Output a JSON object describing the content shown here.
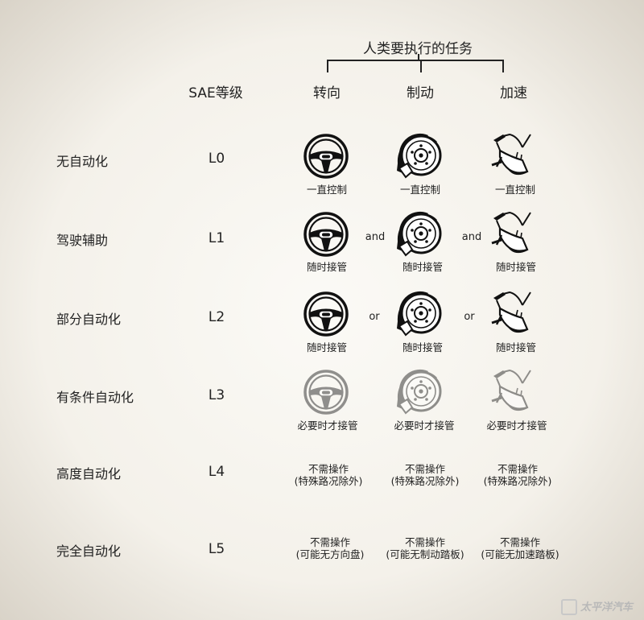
{
  "header": {
    "task_title": "人类要执行的任务",
    "sae_label": "SAE等级",
    "columns": [
      "转向",
      "制动",
      "加速"
    ]
  },
  "icons": [
    "steering-wheel-icon",
    "brake-disc-icon",
    "foot-pedal-icon"
  ],
  "rows": [
    {
      "name": "无自动化",
      "level": "L0",
      "captions": [
        "一直控制",
        "一直控制",
        "一直控制"
      ],
      "connector": ""
    },
    {
      "name": "驾驶辅助",
      "level": "L1",
      "captions": [
        "随时接管",
        "随时接管",
        "随时接管"
      ],
      "connector": "and"
    },
    {
      "name": "部分自动化",
      "level": "L2",
      "captions": [
        "随时接管",
        "随时接管",
        "随时接管"
      ],
      "connector": "or"
    },
    {
      "name": "有条件自动化",
      "level": "L3",
      "captions": [
        "必要时才接管",
        "必要时才接管",
        "必要时才接管"
      ],
      "connector": ""
    },
    {
      "name": "高度自动化",
      "level": "L4",
      "captions": [
        [
          "不需操作",
          "(特殊路况除外)"
        ],
        [
          "不需操作",
          "(特殊路况除外)"
        ],
        [
          "不需操作",
          "(特殊路况除外)"
        ]
      ]
    },
    {
      "name": "完全自动化",
      "level": "L5",
      "captions": [
        [
          "不需操作",
          "(可能无方向盘)"
        ],
        [
          "不需操作",
          "(可能无制动踏板)"
        ],
        [
          "不需操作",
          "(可能无加速踏板)"
        ]
      ]
    }
  ],
  "watermark": "太平洋汽车"
}
